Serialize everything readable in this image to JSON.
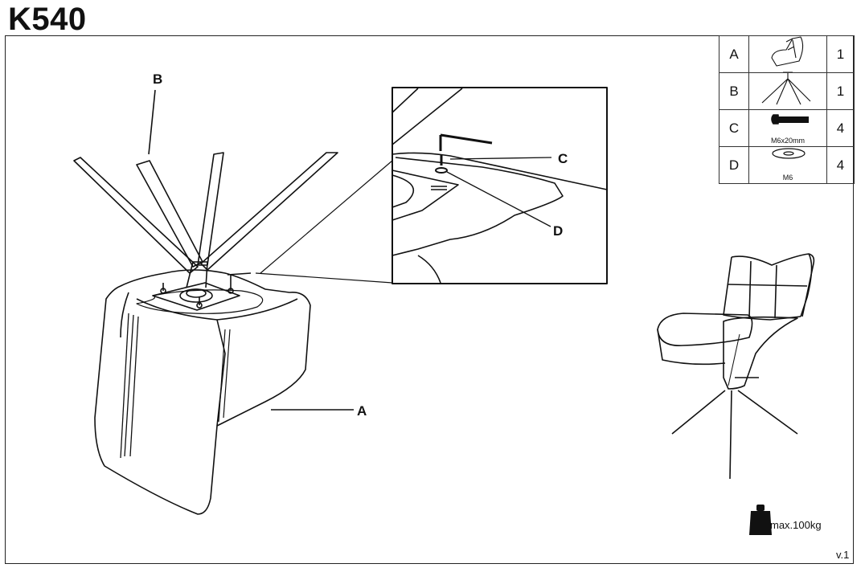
{
  "title": "K540",
  "parts": [
    {
      "letter": "A",
      "icon": "armchair-seat-icon",
      "caption": "",
      "qty": "1"
    },
    {
      "letter": "B",
      "icon": "star-base-icon",
      "caption": "",
      "qty": "1"
    },
    {
      "letter": "C",
      "icon": "bolt-icon",
      "caption": "M6x20mm",
      "qty": "4"
    },
    {
      "letter": "D",
      "icon": "washer-icon",
      "caption": "M6",
      "qty": "4"
    }
  ],
  "callouts": {
    "a": "A",
    "b": "B",
    "c": "C",
    "d": "D"
  },
  "max_load": "max.100kg",
  "version": "v.1"
}
